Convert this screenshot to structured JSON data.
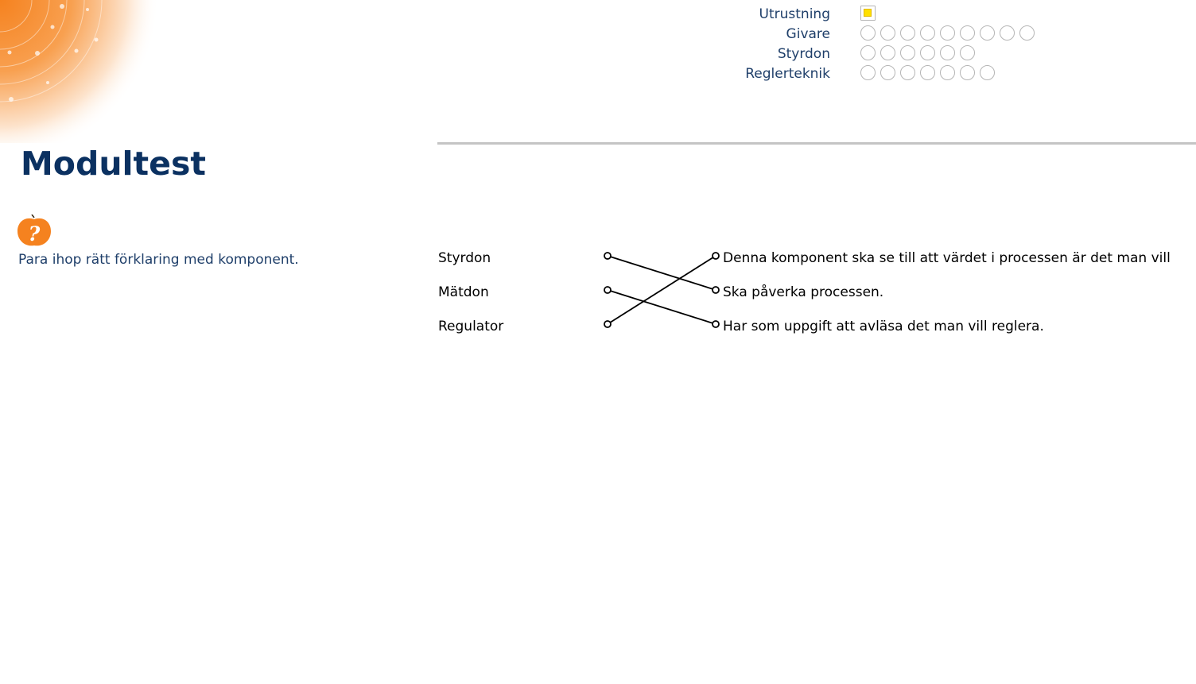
{
  "progress": {
    "rows": [
      {
        "label": "Utrustning",
        "total": 1,
        "current": 1
      },
      {
        "label": "Givare",
        "total": 9,
        "current": null
      },
      {
        "label": "Styrdon",
        "total": 6,
        "current": null
      },
      {
        "label": "Reglerteknik",
        "total": 7,
        "current": null
      }
    ],
    "current_color": "#ffe000"
  },
  "page": {
    "title": "Modultest"
  },
  "question": {
    "icon": "help-question-apple-icon",
    "instruction": "Para ihop rätt förklaring med komponent.",
    "left_items": [
      "Styrdon",
      "Mätdon",
      "Regulator"
    ],
    "right_items": [
      "Denna komponent ska se till att värdet i processen är det man vill",
      "Ska påverka processen.",
      "Har som uppgift att avläsa det man vill reglera."
    ],
    "connections": [
      [
        0,
        1
      ],
      [
        1,
        2
      ],
      [
        2,
        0
      ]
    ]
  },
  "colors": {
    "title": "#0b3161",
    "text": "#1f3f6a",
    "accent": "#f5821f"
  }
}
